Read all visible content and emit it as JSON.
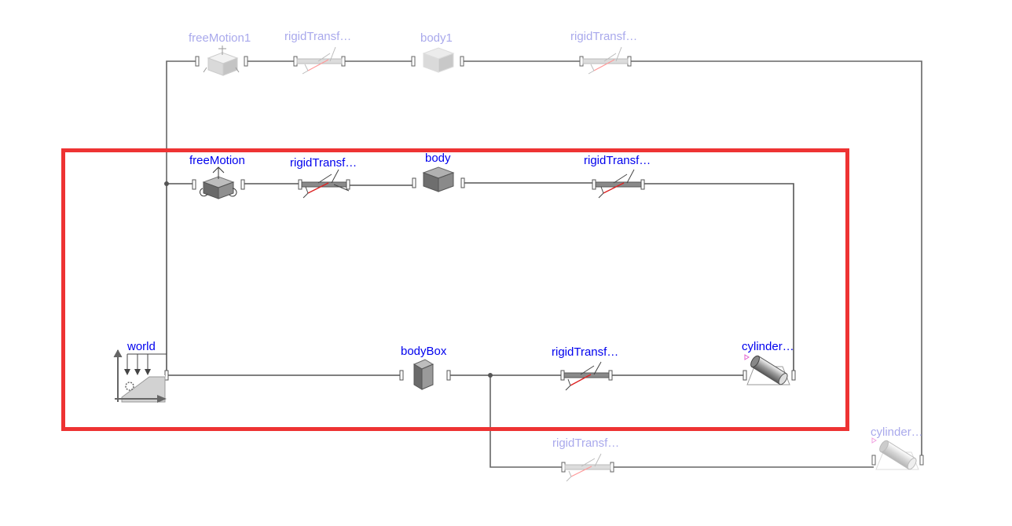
{
  "diagram": {
    "components": {
      "freeMotion1": {
        "label": "freeMotion1",
        "state": "faded"
      },
      "rigidTransf_top1": {
        "label": "rigidTransf…",
        "state": "faded"
      },
      "body1": {
        "label": "body1",
        "state": "faded"
      },
      "rigidTransf_top2": {
        "label": "rigidTransf…",
        "state": "faded"
      },
      "freeMotion": {
        "label": "freeMotion",
        "state": "active"
      },
      "rigidTransf_mid1": {
        "label": "rigidTransf…",
        "state": "active"
      },
      "body": {
        "label": "body",
        "state": "active"
      },
      "rigidTransf_mid2": {
        "label": "rigidTransf…",
        "state": "active"
      },
      "world": {
        "label": "world",
        "state": "active"
      },
      "bodyBox": {
        "label": "bodyBox",
        "state": "active"
      },
      "rigidTransf_low": {
        "label": "rigidTransf…",
        "state": "active"
      },
      "cylinder": {
        "label": "cylinder…",
        "state": "active"
      },
      "rigidTransf_bottom": {
        "label": "rigidTransf…",
        "state": "faded"
      },
      "cylinder_bottom": {
        "label": "cylinder…",
        "state": "faded"
      }
    },
    "selection_highlight": {
      "color": "#ee3333"
    },
    "colors": {
      "active_label": "#0000ee",
      "faded_label": "#a9a9ec",
      "wire": "#555555",
      "wire_faded": "#777777"
    }
  }
}
